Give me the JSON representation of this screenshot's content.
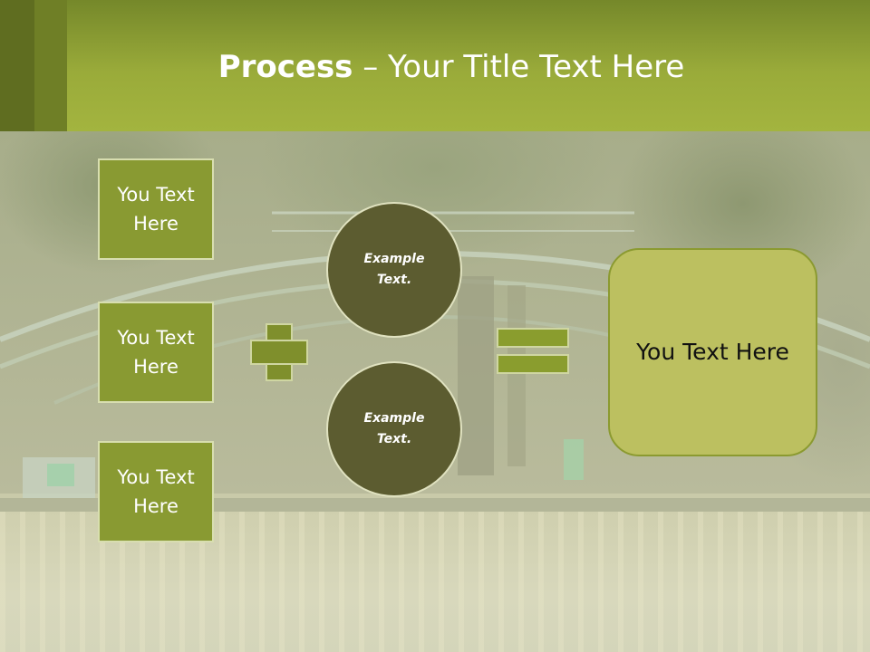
{
  "slide": {
    "title_bold": "Process",
    "title_rest": " – Your Title Text Here",
    "left_boxes": [
      {
        "label": "You Text Here"
      },
      {
        "label": "You Text Here"
      },
      {
        "label": "You Text Here"
      }
    ],
    "circles": [
      {
        "label": "Example Text."
      },
      {
        "label": "Example Text."
      }
    ],
    "result_box": {
      "label": "You Text Here"
    }
  },
  "colors": {
    "title_bar": "#9aab3a",
    "left_box": "#899a32",
    "circle": "#5c5c30",
    "operator": "#8a9d2e",
    "result_box": "#bcc060"
  }
}
